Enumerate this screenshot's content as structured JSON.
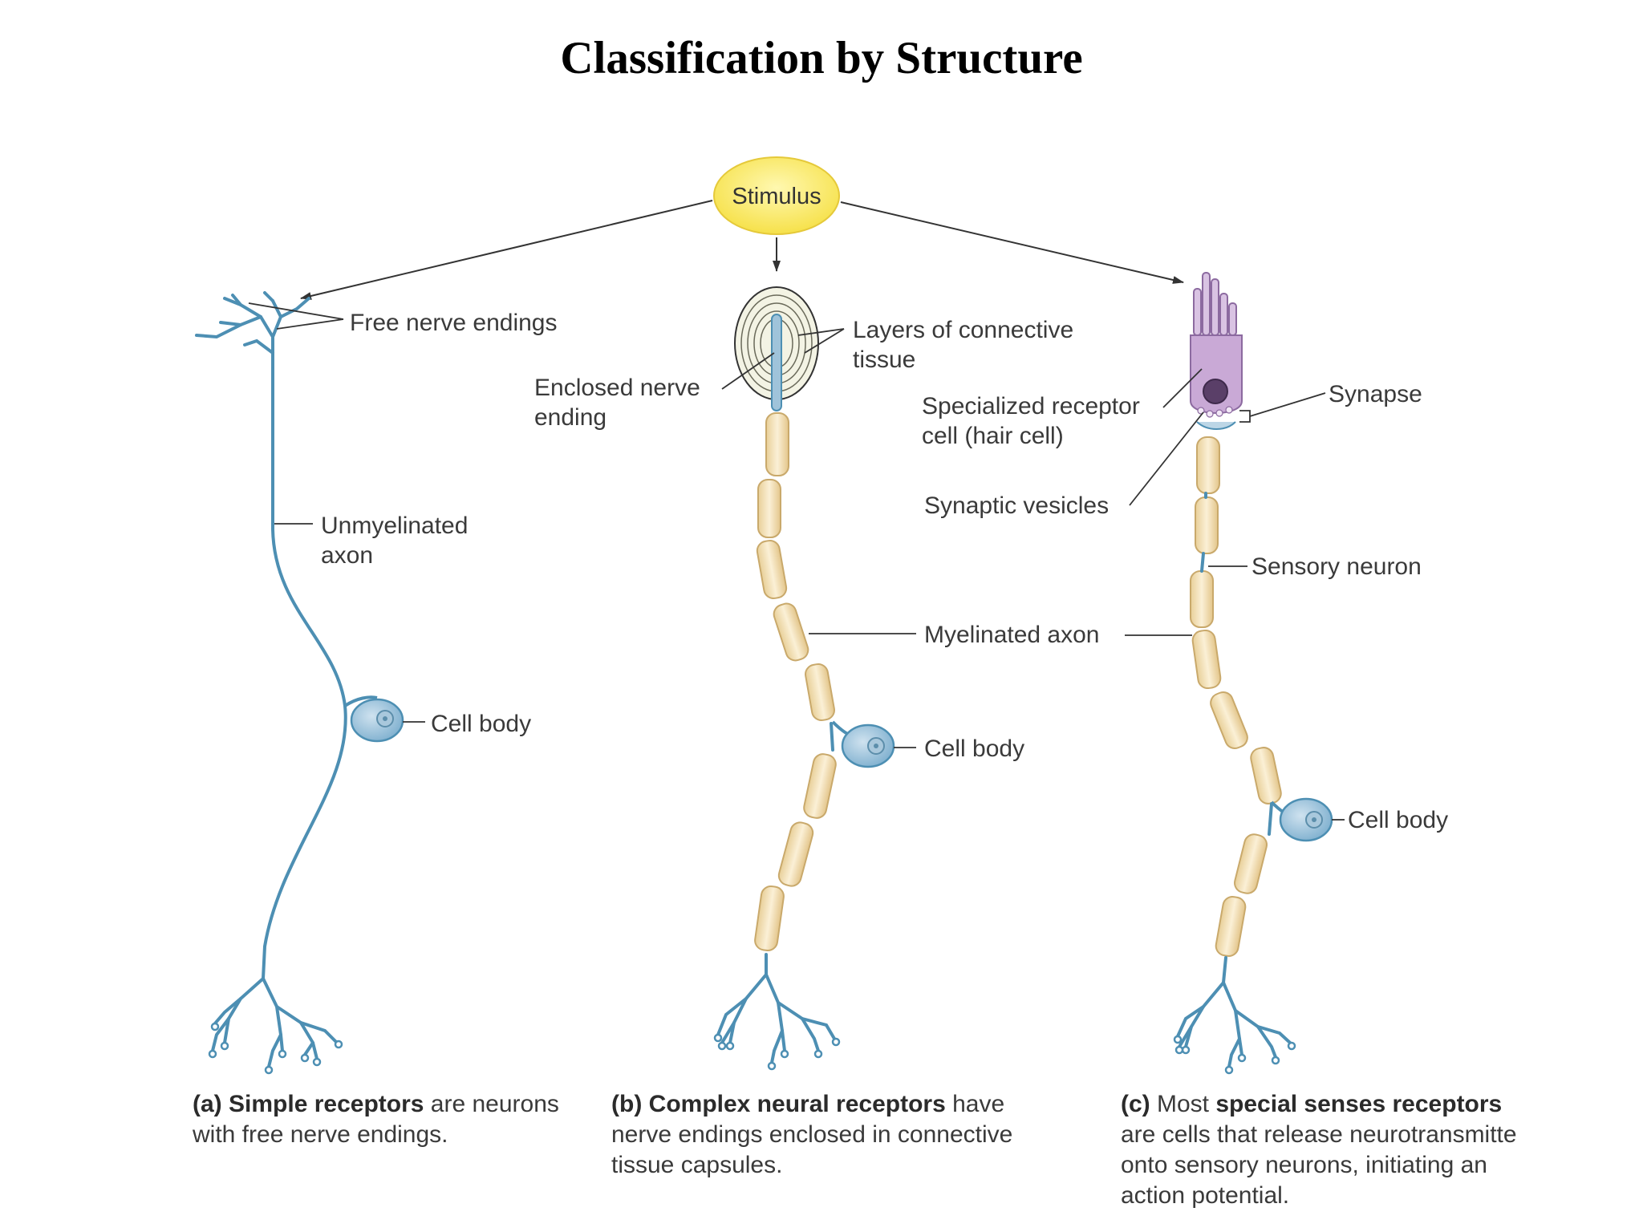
{
  "title": "Classification by Structure",
  "stimulus": "Stimulus",
  "labels": {
    "free_nerve_endings": "Free nerve endings",
    "unmyelinated_axon_1": "Unmyelinated",
    "unmyelinated_axon_2": "axon",
    "cell_body_a": "Cell body",
    "layers_1": "Layers of connective",
    "layers_2": "tissue",
    "enclosed_1": "Enclosed nerve",
    "enclosed_2": "ending",
    "myelinated_axon": "Myelinated axon",
    "cell_body_b": "Cell body",
    "specialized_1": "Specialized receptor",
    "specialized_2": "cell (hair cell)",
    "synapse": "Synapse",
    "synaptic_vesicles": "Synaptic vesicles",
    "sensory_neuron": "Sensory neuron",
    "cell_body_c": "Cell body"
  },
  "captions": {
    "a": {
      "letter": "(a)",
      "bold": "Simple receptors",
      "rest1": " are neurons",
      "line2": "with free nerve endings."
    },
    "b": {
      "letter": "(b)",
      "bold": "Complex neural receptors",
      "rest1": " have",
      "line2": "nerve endings enclosed in connective",
      "line3": "tissue capsules."
    },
    "c": {
      "letter": "(c)",
      "pre": " Most ",
      "bold": "special senses receptors",
      "line2": "are cells that release neurotransmitte",
      "line3": "onto sensory neurons, initiating an",
      "line4": "action potential."
    }
  },
  "colors": {
    "neuron_blue": "#8fb9d4",
    "neuron_stroke": "#4d8fb3",
    "myelin": "#efd9a8",
    "myelin_stroke": "#c9a96b",
    "stimulus_fill": "#fbec6e",
    "hair_cell": "#c9a9d6"
  }
}
